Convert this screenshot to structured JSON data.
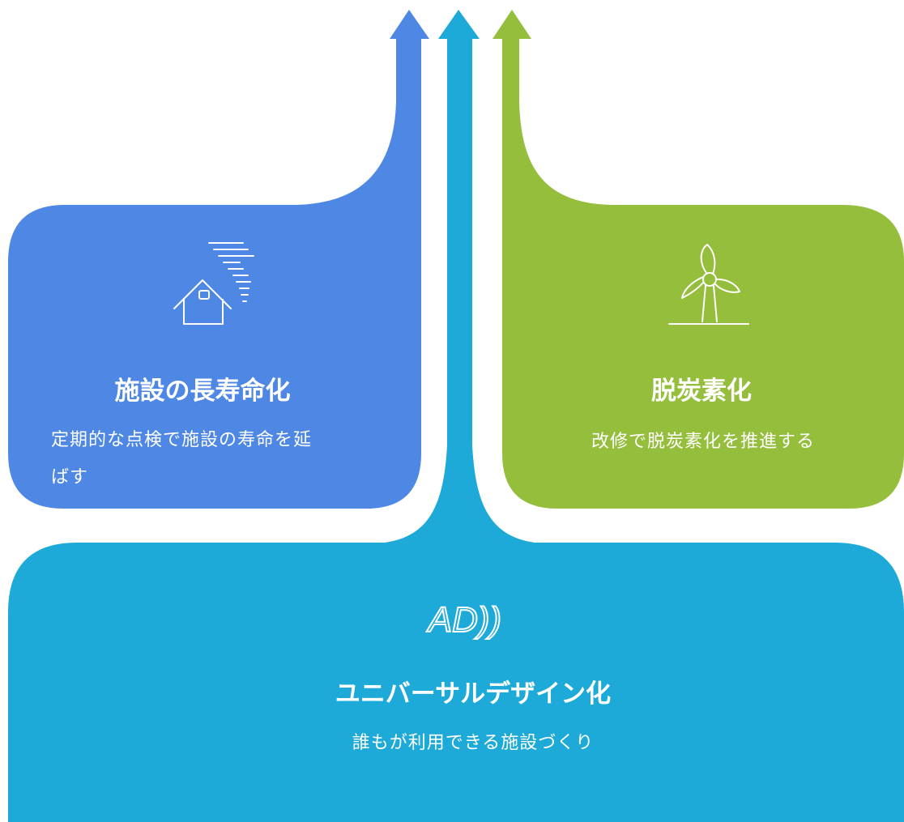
{
  "colors": {
    "blue": "#4f88e4",
    "cyan": "#1eaad9",
    "green": "#94be3b",
    "text": "#ffffff"
  },
  "cards": {
    "left": {
      "title": "施設の長寿命化",
      "description_line1": "定期的な点検で施設の寿命を延",
      "description_line2": "ばす",
      "icon": "house-wind-icon"
    },
    "right": {
      "title": "脱炭素化",
      "description": "改修で脱炭素化を推進する",
      "icon": "wind-turbine-icon"
    },
    "bottom": {
      "title": "ユニバーサルデザイン化",
      "description": "誰もが利用できる施設づくり",
      "icon": "accessibility-ad-icon",
      "icon_text": "AD))"
    }
  }
}
